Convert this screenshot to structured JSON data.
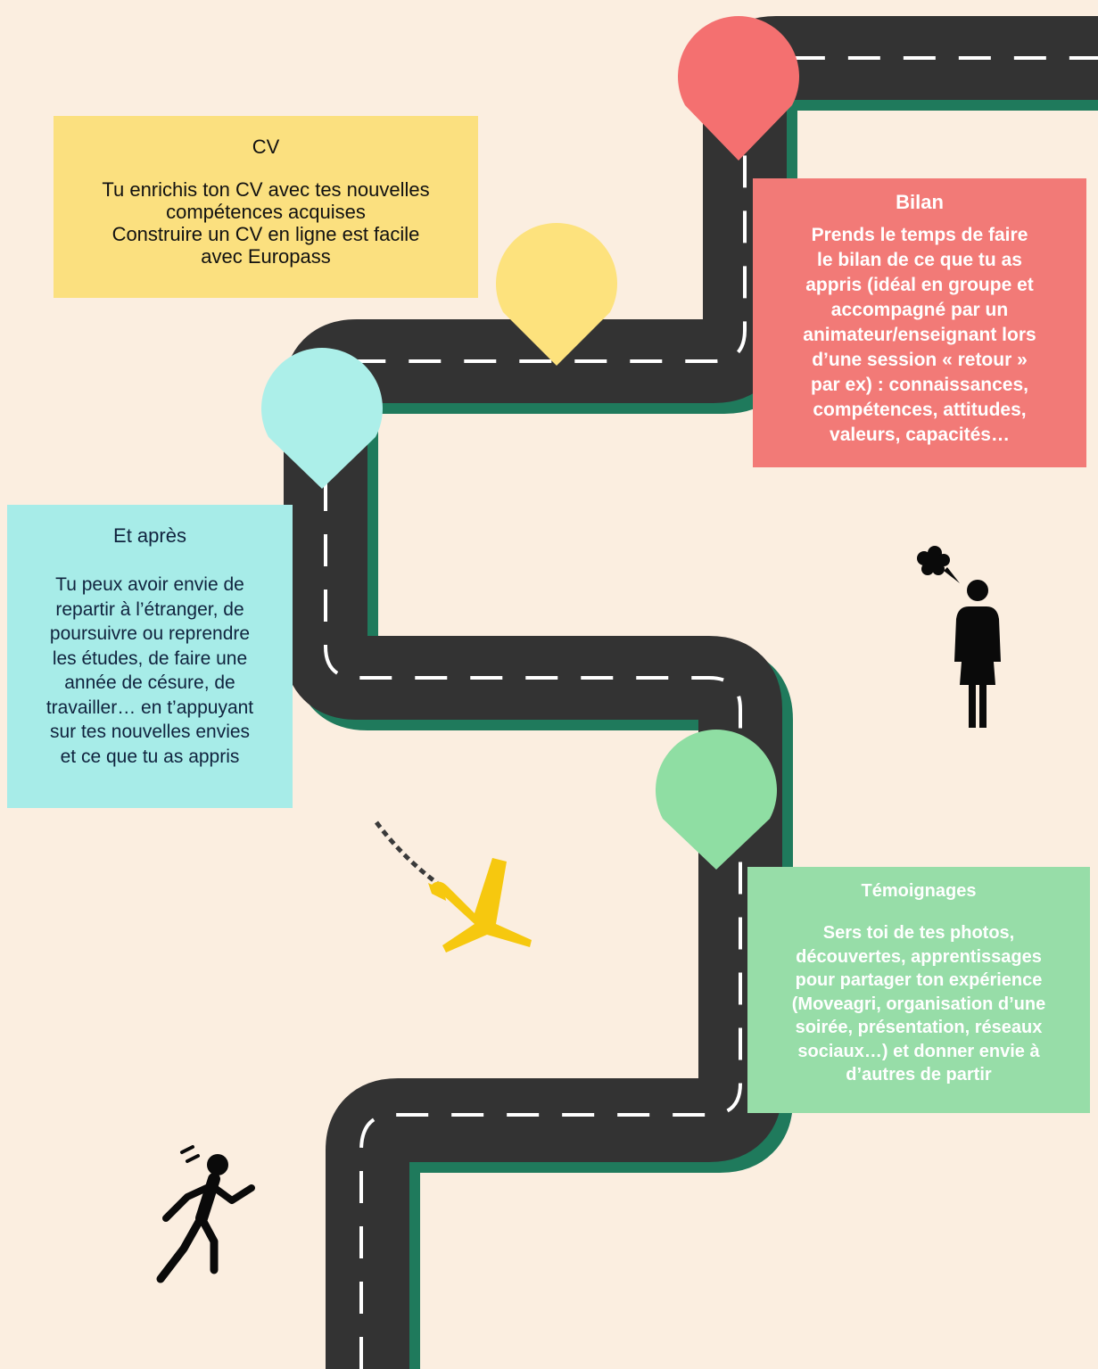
{
  "colors": {
    "background": "#fbeee0",
    "road": "#333333",
    "road_edge": "#1f7a5c",
    "dash": "#ffffff",
    "pin_red": "#f47070",
    "pin_yellow": "#fde27d",
    "pin_cyan": "#acefe9",
    "pin_green": "#8fdea3",
    "plane": "#f6c80f"
  },
  "icons": [
    "location-pin-icon",
    "person-thinking-icon",
    "thought-bubble-icon",
    "airplane-icon",
    "running-person-icon"
  ],
  "steps": {
    "cv": {
      "title": "CV",
      "body": "Tu enrichis  ton CV avec tes nouvelles\ncompétences acquises\nConstruire un CV en ligne est facile\navec Europass"
    },
    "bilan": {
      "title": "Bilan",
      "body": "Prends le temps de faire\nle bilan de ce que tu as\nappris (idéal en groupe et\naccompagné  par un\nanimateur/enseignant lors\nd’une session « retour »\npar ex) : connaissances,\ncompétences, attitudes,\nvaleurs, capacités…"
    },
    "et_apres": {
      "title": "Et après",
      "body": "Tu peux avoir envie de\nrepartir  à l’étranger, de\npoursuivre ou reprendre\nles études, de faire une\nannée de césure, de\ntravailler… en t’appuyant\nsur  tes nouvelles envies\net ce que tu as appris"
    },
    "temoignages": {
      "title": "Témoignages",
      "body": "Sers toi de tes photos,\ndécouvertes, apprentissages\npour partager ton expérience\n(Moveagri, organisation d’une\nsoirée, présentation, réseaux\nsociaux…) et donner envie à\nd’autres de partir"
    }
  }
}
